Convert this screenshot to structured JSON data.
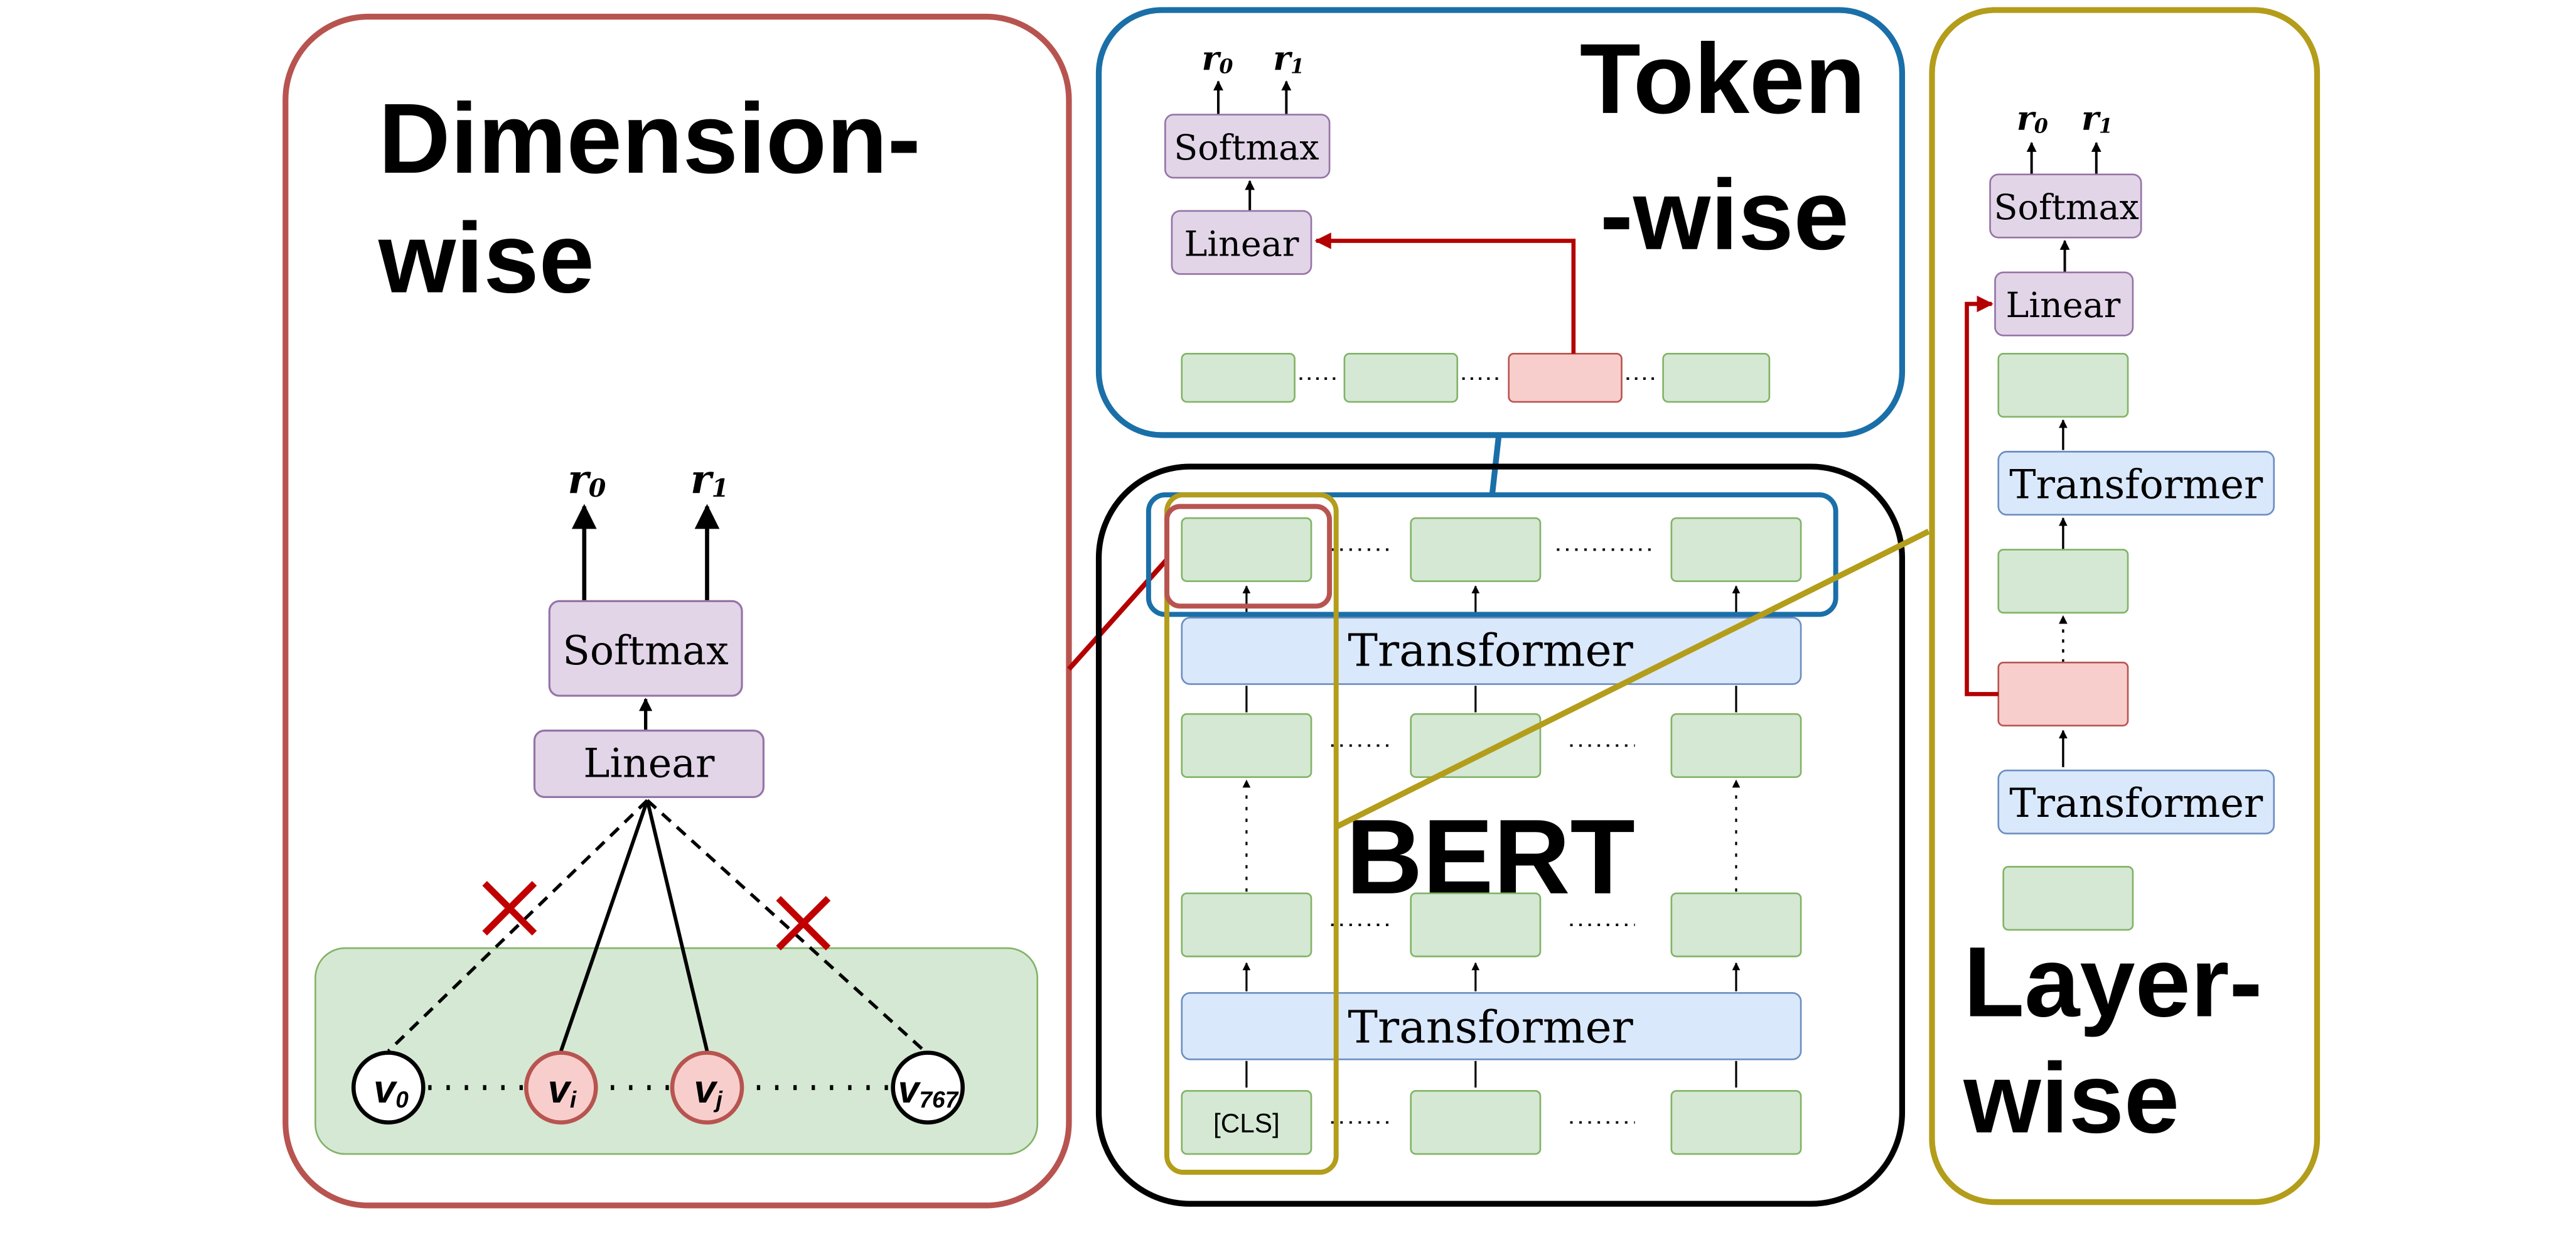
{
  "colors": {
    "dimension_border": "#b85450",
    "token_border": "#1a6fa8",
    "layer_border": "#b39d1a",
    "bert_border": "#000000",
    "green_fill": "#d5e8d4",
    "green_stroke": "#82b366",
    "red_fill": "#f8cecc",
    "red_stroke": "#b85450",
    "purple_fill": "#e1d5e7",
    "purple_stroke": "#9673a6",
    "blue_fill": "#dae8fc",
    "blue_stroke": "#6c8ebf",
    "arrow_red": "#b30000",
    "cross_red": "#c00000"
  },
  "dimension_panel": {
    "title_line1": "Dimension-",
    "title_line2": "wise",
    "output_r0": {
      "base": "r",
      "sub": "0"
    },
    "output_r1": {
      "base": "r",
      "sub": "1"
    },
    "softmax": "Softmax",
    "linear": "Linear",
    "nodes": [
      {
        "base": "v",
        "sub": "0"
      },
      {
        "base": "v",
        "sub": "i"
      },
      {
        "base": "v",
        "sub": "j"
      },
      {
        "base": "v",
        "sub": "767"
      }
    ]
  },
  "token_panel": {
    "title_line1": "Token",
    "title_line2": "-wise",
    "output_r0": {
      "base": "r",
      "sub": "0"
    },
    "output_r1": {
      "base": "r",
      "sub": "1"
    },
    "softmax": "Softmax",
    "linear": "Linear"
  },
  "bert_panel": {
    "label": "BERT",
    "transformer_top": "Transformer",
    "transformer_bottom": "Transformer",
    "cls": "[CLS]"
  },
  "layer_panel": {
    "title_line1": "Layer-",
    "title_line2": "wise",
    "output_r0": {
      "base": "r",
      "sub": "0"
    },
    "output_r1": {
      "base": "r",
      "sub": "1"
    },
    "softmax": "Softmax",
    "linear": "Linear",
    "transformer_top": "Transformer",
    "transformer_bottom": "Transformer"
  }
}
